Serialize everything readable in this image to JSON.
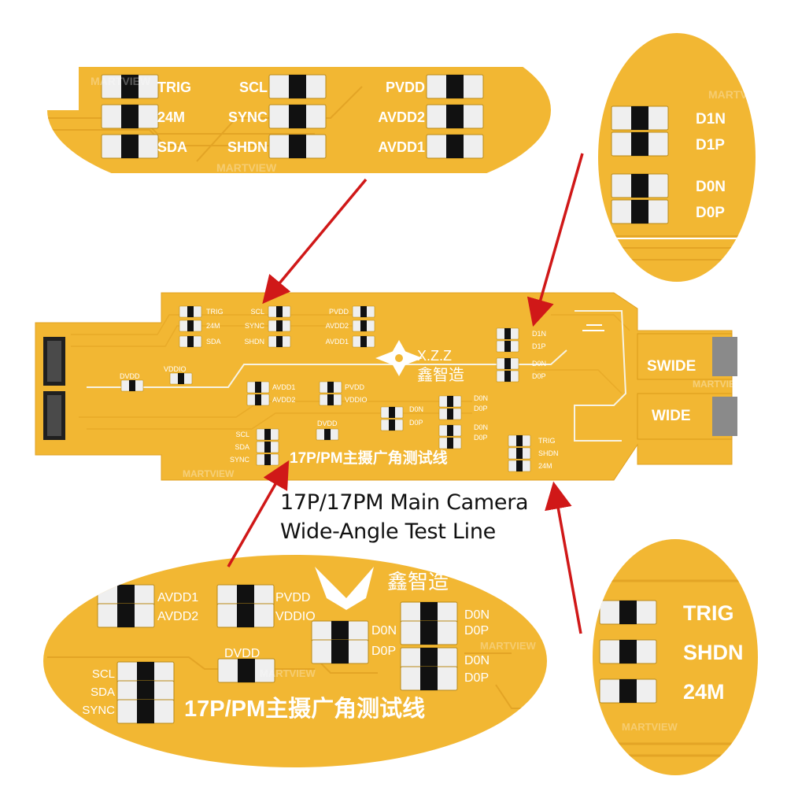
{
  "product": {
    "caption_line1": "17P/17PM Main Camera",
    "caption_line2": "Wide-Angle Test Line",
    "chinese_title": "17P/PM主摄广角测试线",
    "brand_latin": "X.Z.Z",
    "brand_chinese": "鑫智造",
    "watermark": "MARTVIEW"
  },
  "pads": {
    "trig": "TRIG",
    "m24": "24M",
    "sda": "SDA",
    "scl": "SCL",
    "sync": "SYNC",
    "shdn": "SHDN",
    "pvdd": "PVDD",
    "avdd2": "AVDD2",
    "avdd1": "AVDD1",
    "d1n": "D1N",
    "d1p": "D1P",
    "d0n": "D0N",
    "d0p": "D0P",
    "dvdd": "DVDD",
    "vddio": "VDDIO"
  },
  "connectors": {
    "swide": "SWIDE",
    "wide": "WIDE"
  },
  "colors": {
    "board": "#f2b733",
    "board_dark": "#e1a21f",
    "arrow": "#d01818",
    "chip": "#111111",
    "pad": "#eeeeee",
    "background": "#ffffff"
  }
}
